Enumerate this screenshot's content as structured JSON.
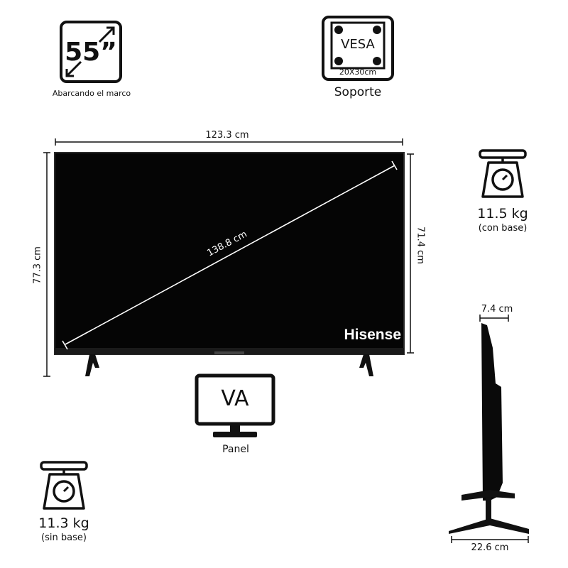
{
  "size_icon": {
    "value": "55”",
    "caption": "Abarcando el marco"
  },
  "vesa_icon": {
    "word": "VESA",
    "size": "20X30cm",
    "caption": "Soporte"
  },
  "front": {
    "width": "123.3 cm",
    "height_total": "77.3 cm",
    "height_screen": "71.4 cm",
    "diagonal": "138.8 cm",
    "brand": "Hisense"
  },
  "panel_icon": {
    "type": "VA",
    "caption": "Panel"
  },
  "weight_with_base": {
    "value": "11.5 kg",
    "note": "(con base)"
  },
  "weight_without_base": {
    "value": "11.3 kg",
    "note": "(sin base)"
  },
  "side": {
    "depth_top": "7.4 cm",
    "depth_base": "22.6 cm"
  }
}
